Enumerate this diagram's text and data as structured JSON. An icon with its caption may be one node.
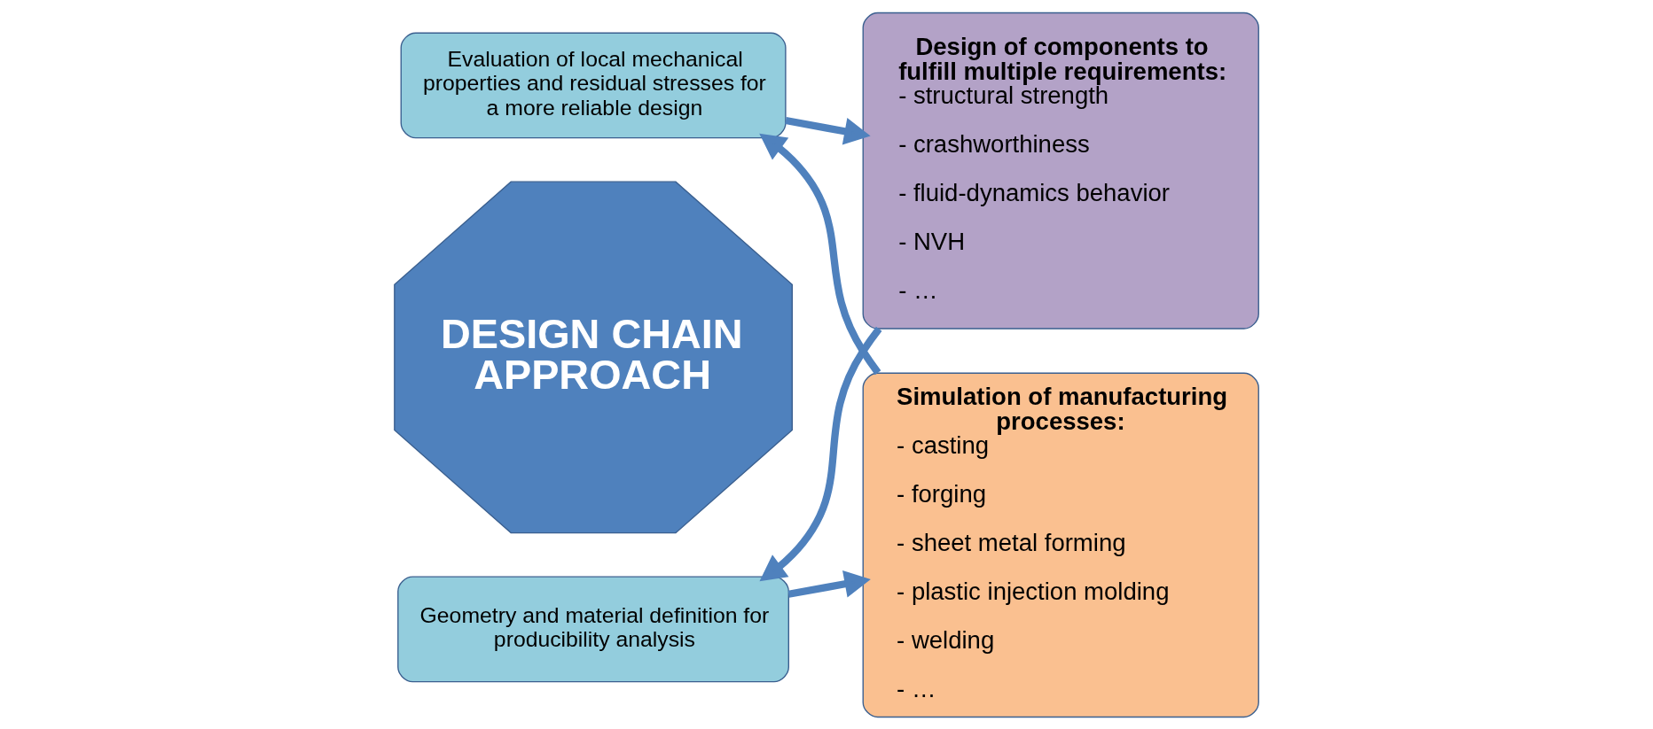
{
  "diagram": {
    "nodes": [
      {
        "text": [
          "DESIGN CHAIN APPROACH"
        ]
      },
      {
        "text": [
          "Evaluation of local mechanical properties and residual stresses for a more reliable design"
        ]
      },
      {
        "text": [
          "Design of components to fulfill multiple requirements:",
          "- structural strength",
          "- crashworthiness",
          "- fluid-dynamics behavior",
          "- NVH",
          "- …"
        ]
      },
      {
        "text": [
          "Geometry and material definition for producibility analysis"
        ]
      },
      {
        "text": [
          "Simulation of manufacturing processes:",
          "- casting",
          "- forging",
          "- sheet metal forming",
          "- plastic injection molding",
          "- welding",
          "- …"
        ]
      }
    ],
    "edges": [
      {
        "from": 4,
        "to": 1,
        "arrow": "to"
      },
      {
        "from": 1,
        "to": 2,
        "arrow": "to"
      },
      {
        "from": 2,
        "to": 3,
        "arrow": "to"
      },
      {
        "from": 3,
        "to": 4,
        "arrow": "to"
      }
    ]
  }
}
